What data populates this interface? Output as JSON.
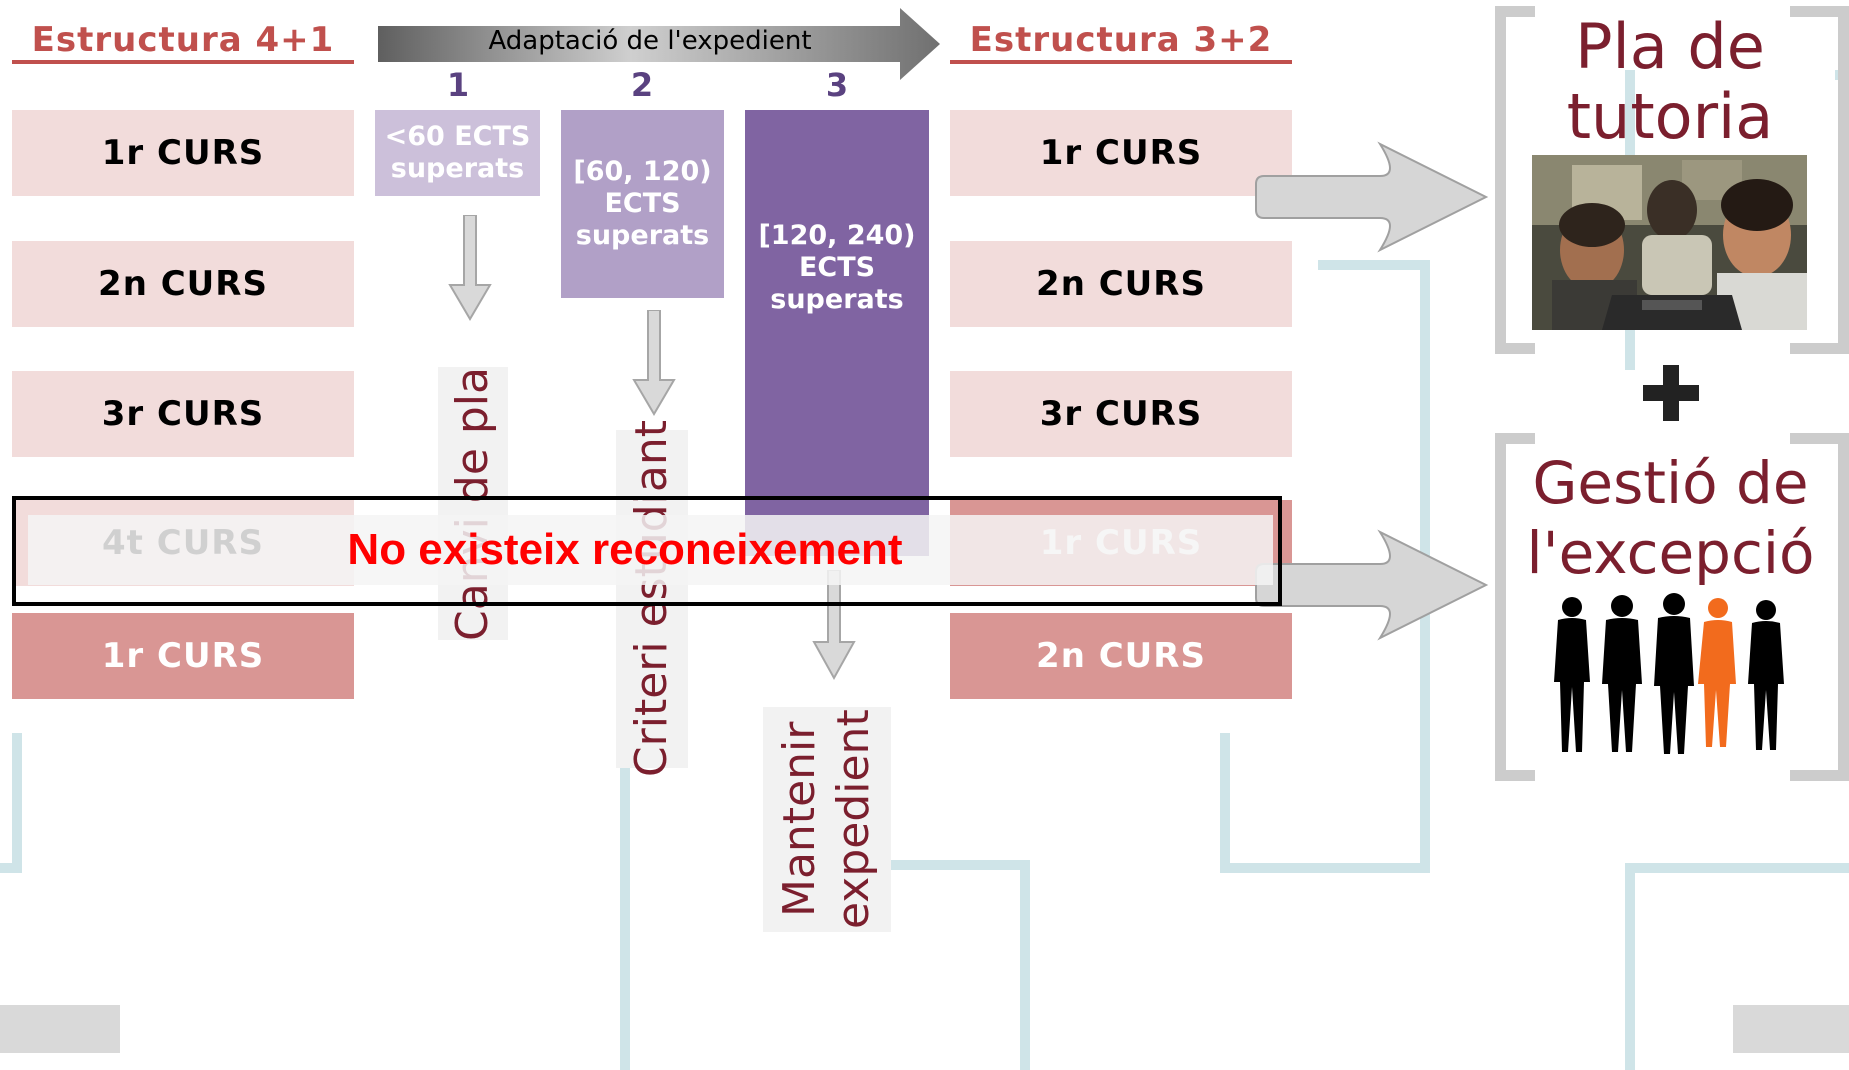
{
  "left_header": "Estructura 4+1",
  "right_header": "Estructura 3+2",
  "adaptation_arrow_label": "Adaptació de l'expedient",
  "options": [
    {
      "number": "1",
      "ects": "<60 ECTS superats",
      "action": "Canvi de pla"
    },
    {
      "number": "2",
      "ects": "[60, 120) ECTS superats",
      "action": "Criteri estudiant"
    },
    {
      "number": "3",
      "ects": "[120, 240) ECTS superats",
      "action": "Mantenir expedient"
    }
  ],
  "left_courses": [
    "1r CURS",
    "2n CURS",
    "3r CURS",
    "4t CURS",
    "1r CURS"
  ],
  "right_courses": [
    "1r CURS",
    "2n CURS",
    "3r CURS",
    "1r CURS",
    "2n CURS"
  ],
  "banner_text": "No existeix reconeixement",
  "tutoria_title": "Pla de tutoria",
  "excepcio_title": "Gestió de l'excepció",
  "colors": {
    "accent_red": "#c0504d",
    "course_light": "#f2dcdb",
    "course_dark": "#d99694",
    "purple_1": "#ccc0da",
    "purple_2": "#b1a0c7",
    "purple_3": "#8064a2",
    "title_maroon": "#7b1f2e",
    "banner_red": "#ff0000",
    "highlight_orange": "#f26b1d"
  },
  "icons": [
    "arrow-down-icon",
    "big-arrow-right-icon",
    "plus-icon",
    "people-silhouettes-icon",
    "tutoring-photo"
  ]
}
